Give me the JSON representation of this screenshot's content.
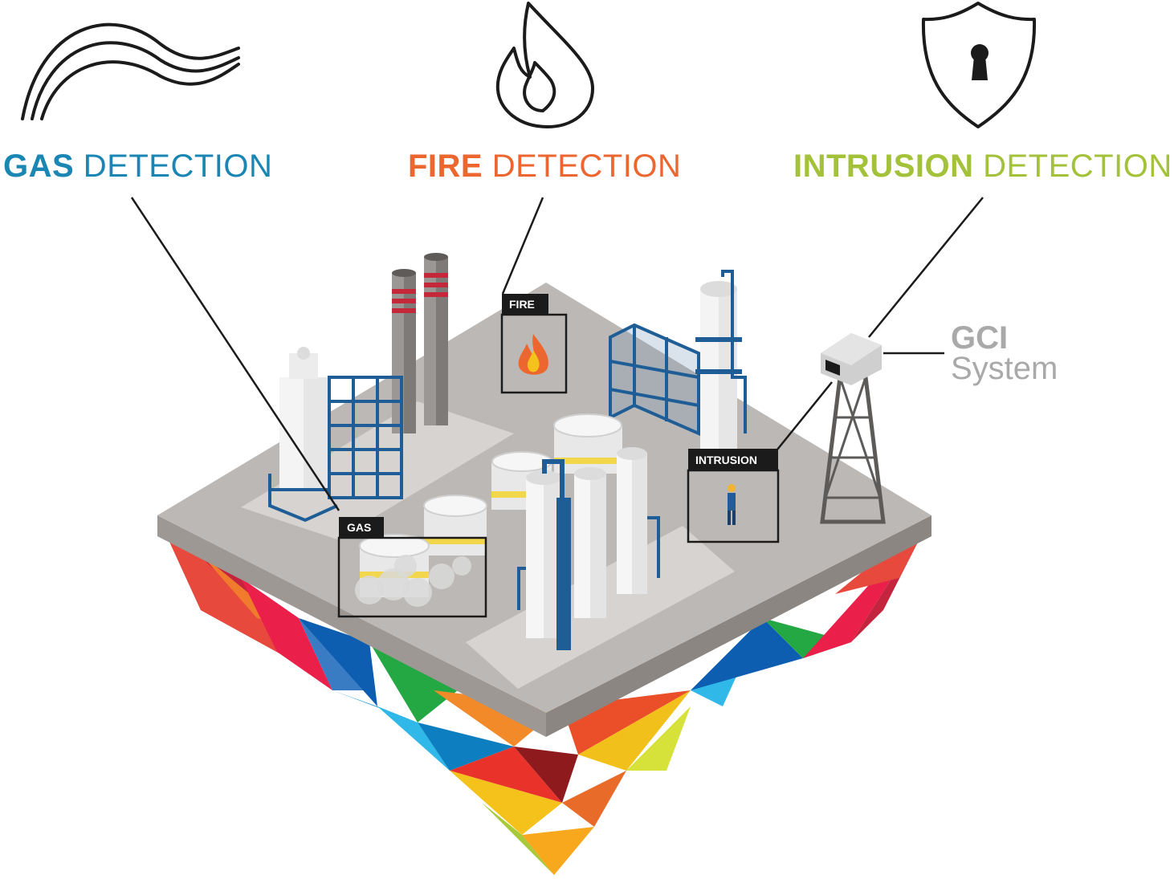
{
  "headings": {
    "gas": {
      "strong": "GAS",
      "light": " DETECTION"
    },
    "fire": {
      "strong": "FIRE",
      "light": " DETECTION"
    },
    "intrusion": {
      "strong": "INTRUSION",
      "light": " DETECTION"
    }
  },
  "gci": {
    "line1": "GCI",
    "line2": "System"
  },
  "tags": {
    "fire": "FIRE",
    "gas": "GAS",
    "intrusion": "INTRUSION"
  },
  "colors": {
    "gas": "#1a86b4",
    "fire": "#ec6630",
    "intrusion": "#a3c23a",
    "gci": "#a9a9a9",
    "platform": "#bcb8b5",
    "equipment_blue": "#1f5d96"
  },
  "icons": [
    "gas-waves-icon",
    "flame-icon",
    "shield-keyhole-icon"
  ]
}
